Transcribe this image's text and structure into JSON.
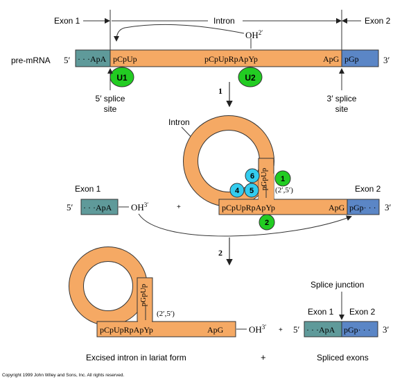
{
  "labels": {
    "exon1_top": "Exon 1",
    "intron_top": "Intron",
    "exon2_top": "Exon 2",
    "oh_top": "OH",
    "oh_top_sup": "2′",
    "premrna": "pre-mRNA",
    "five_prime": "5′",
    "three_prime": "3′",
    "exon1_seq": "· · ·ApA",
    "intron_5_seq": "pCpUp",
    "intron_mid_seq": "pCpUpRpApYp",
    "intron_3_seq": "ApG",
    "exon2_seq": "pGp",
    "u1": "U1",
    "u2": "U2",
    "step1": "1",
    "step2": "2",
    "splice5_line1": "5′ splice",
    "splice5_line2": "site",
    "splice3_line1": "3′ splice",
    "splice3_line2": "site",
    "intron_mid_label": "Intron",
    "exon1_mid": "Exon 1",
    "exon2_mid": "Exon 2",
    "oh_mid": "OH",
    "oh_mid_sup": "3′",
    "plus": "+",
    "mid_ApG": "ApG",
    "mid_pGp": "pGp· · ·",
    "mid_seq": "pCpUpRpApYp",
    "stem_seq": "pGpUp",
    "bond": "(2′,5′)",
    "c1": "1",
    "c2": "2",
    "c4": "4",
    "c5": "5",
    "c6": "6",
    "lariat_stem": "pGpUp",
    "lariat_bond": "(2′,5′)",
    "lariat_seq": "pCpUpRpApYp",
    "lariat_ApG": "ApG",
    "lariat_oh": "OH",
    "lariat_oh_sup": "3′",
    "splice_junction": "Splice junction",
    "sj_exon1": "Exon 1",
    "sj_exon2": "Exon 2",
    "sj_exon1_seq": "· · ·ApA",
    "sj_exon2_seq": "pGp· · ·",
    "caption_left": "Excised intron in lariat form",
    "caption_plus": "+",
    "caption_right": "Spliced exons",
    "copyright": "Copyright 1999 John Wiley and Sons, Inc. All rights reserved."
  },
  "colors": {
    "intron": "#f5a964",
    "exon1": "#5f9a9a",
    "exon2": "#5b86c6",
    "snrnp_green": "#22cc22",
    "snrnp_cyan": "#33ccee",
    "outline": "#333333"
  }
}
